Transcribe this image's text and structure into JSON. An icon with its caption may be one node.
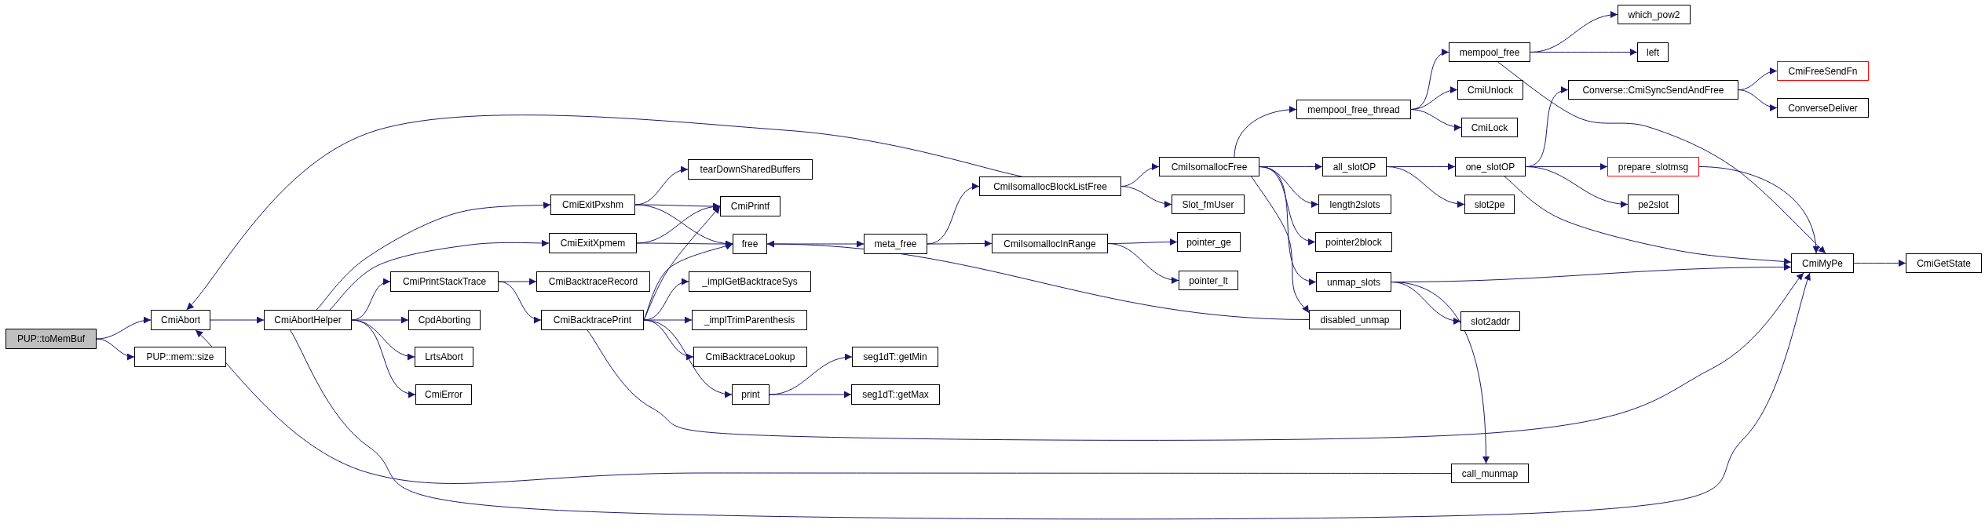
{
  "diagram": {
    "nodes": [
      {
        "text": [
          "PUP::toMemBuf"
        ]
      },
      {
        "text": [
          "CmiAbort"
        ]
      },
      {
        "text": [
          "PUP::mem::size"
        ]
      },
      {
        "text": [
          "CmiAbortHelper"
        ]
      },
      {
        "text": [
          "CmiExitPxshm"
        ]
      },
      {
        "text": [
          "CmiExitXpmem"
        ]
      },
      {
        "text": [
          "CmiPrintStackTrace"
        ]
      },
      {
        "text": [
          "CpdAborting"
        ]
      },
      {
        "text": [
          "LrtsAbort"
        ]
      },
      {
        "text": [
          "CmiError"
        ]
      },
      {
        "text": [
          "tearDownSharedBuffers"
        ]
      },
      {
        "text": [
          "CmiPrintf"
        ]
      },
      {
        "text": [
          "free"
        ]
      },
      {
        "text": [
          "CmiBacktraceRecord"
        ]
      },
      {
        "text": [
          "CmiBacktracePrint"
        ]
      },
      {
        "text": [
          "_implGetBacktraceSys"
        ]
      },
      {
        "text": [
          "_implTrimParenthesis"
        ]
      },
      {
        "text": [
          "CmiBacktraceLookup"
        ]
      },
      {
        "text": [
          "print"
        ]
      },
      {
        "text": [
          "seg1dT::getMin"
        ]
      },
      {
        "text": [
          "seg1dT::getMax"
        ]
      },
      {
        "text": [
          "meta_free"
        ]
      },
      {
        "text": [
          "CmiIsomallocBlockListFree"
        ]
      },
      {
        "text": [
          "CmiIsomallocInRange"
        ]
      },
      {
        "text": [
          "CmiIsomallocFree"
        ]
      },
      {
        "text": [
          "Slot_fmUser"
        ]
      },
      {
        "text": [
          "pointer_ge"
        ]
      },
      {
        "text": [
          "pointer_lt"
        ]
      },
      {
        "text": [
          "mempool_free_thread"
        ]
      },
      {
        "text": [
          "all_slotOP"
        ]
      },
      {
        "text": [
          "length2slots"
        ]
      },
      {
        "text": [
          "pointer2block"
        ]
      },
      {
        "text": [
          "unmap_slots"
        ]
      },
      {
        "text": [
          "disabled_unmap"
        ]
      },
      {
        "text": [
          "mempool_free"
        ]
      },
      {
        "text": [
          "CmiUnlock"
        ]
      },
      {
        "text": [
          "CmiLock"
        ]
      },
      {
        "text": [
          "one_slotOP"
        ]
      },
      {
        "text": [
          "slot2pe"
        ]
      },
      {
        "text": [
          "slot2addr"
        ]
      },
      {
        "text": [
          "call_munmap"
        ]
      },
      {
        "text": [
          "which_pow2"
        ]
      },
      {
        "text": [
          "left"
        ]
      },
      {
        "text": [
          "Converse::CmiSyncSendAndFree"
        ]
      },
      {
        "text": [
          "prepare_slotmsg"
        ]
      },
      {
        "text": [
          "pe2slot"
        ]
      },
      {
        "text": [
          "CmiFreeSendFn"
        ]
      },
      {
        "text": [
          "ConverseDeliver"
        ]
      },
      {
        "text": [
          "CmiMyPe"
        ]
      },
      {
        "text": [
          "CmiGetState"
        ]
      }
    ],
    "edges": [
      {
        "from": 0,
        "to": 1,
        "arrow": "to"
      },
      {
        "from": 0,
        "to": 2,
        "arrow": "to"
      },
      {
        "from": 1,
        "to": 3,
        "arrow": "to"
      },
      {
        "from": 3,
        "to": 4,
        "arrow": "to"
      },
      {
        "from": 3,
        "to": 5,
        "arrow": "to"
      },
      {
        "from": 3,
        "to": 6,
        "arrow": "to"
      },
      {
        "from": 3,
        "to": 7,
        "arrow": "to"
      },
      {
        "from": 3,
        "to": 8,
        "arrow": "to"
      },
      {
        "from": 3,
        "to": 9,
        "arrow": "to"
      },
      {
        "from": 3,
        "to": 48,
        "arrow": "to"
      },
      {
        "from": 4,
        "to": 10,
        "arrow": "to"
      },
      {
        "from": 4,
        "to": 11,
        "arrow": "to"
      },
      {
        "from": 4,
        "to": 12,
        "arrow": "to"
      },
      {
        "from": 5,
        "to": 11,
        "arrow": "to"
      },
      {
        "from": 5,
        "to": 12,
        "arrow": "to"
      },
      {
        "from": 6,
        "to": 13,
        "arrow": "to"
      },
      {
        "from": 6,
        "to": 14,
        "arrow": "to"
      },
      {
        "from": 14,
        "to": 11,
        "arrow": "to"
      },
      {
        "from": 14,
        "to": 12,
        "arrow": "to"
      },
      {
        "from": 14,
        "to": 15,
        "arrow": "to"
      },
      {
        "from": 14,
        "to": 16,
        "arrow": "to"
      },
      {
        "from": 14,
        "to": 17,
        "arrow": "to"
      },
      {
        "from": 14,
        "to": 18,
        "arrow": "to"
      },
      {
        "from": 14,
        "to": 48,
        "arrow": "to"
      },
      {
        "from": 18,
        "to": 19,
        "arrow": "to"
      },
      {
        "from": 18,
        "to": 20,
        "arrow": "to"
      },
      {
        "from": 12,
        "to": 21,
        "arrow": "to"
      },
      {
        "from": 21,
        "to": 22,
        "arrow": "to"
      },
      {
        "from": 21,
        "to": 23,
        "arrow": "to"
      },
      {
        "from": 33,
        "to": 12,
        "arrow": "to"
      },
      {
        "from": 22,
        "to": 1,
        "arrow": "to"
      },
      {
        "from": 22,
        "to": 24,
        "arrow": "to"
      },
      {
        "from": 22,
        "to": 25,
        "arrow": "to"
      },
      {
        "from": 23,
        "to": 26,
        "arrow": "to"
      },
      {
        "from": 23,
        "to": 27,
        "arrow": "to"
      },
      {
        "from": 24,
        "to": 28,
        "arrow": "to"
      },
      {
        "from": 24,
        "to": 29,
        "arrow": "to"
      },
      {
        "from": 24,
        "to": 30,
        "arrow": "to"
      },
      {
        "from": 24,
        "to": 31,
        "arrow": "to"
      },
      {
        "from": 24,
        "to": 32,
        "arrow": "to"
      },
      {
        "from": 24,
        "to": 33,
        "arrow": "to"
      },
      {
        "from": 28,
        "to": 34,
        "arrow": "to"
      },
      {
        "from": 28,
        "to": 35,
        "arrow": "to"
      },
      {
        "from": 28,
        "to": 36,
        "arrow": "to"
      },
      {
        "from": 34,
        "to": 41,
        "arrow": "to"
      },
      {
        "from": 34,
        "to": 42,
        "arrow": "to"
      },
      {
        "from": 34,
        "to": 48,
        "arrow": "to"
      },
      {
        "from": 29,
        "to": 37,
        "arrow": "to"
      },
      {
        "from": 29,
        "to": 38,
        "arrow": "to"
      },
      {
        "from": 37,
        "to": 43,
        "arrow": "to"
      },
      {
        "from": 37,
        "to": 44,
        "arrow": "to"
      },
      {
        "from": 37,
        "to": 45,
        "arrow": "to"
      },
      {
        "from": 37,
        "to": 48,
        "arrow": "to"
      },
      {
        "from": 32,
        "to": 48,
        "arrow": "to"
      },
      {
        "from": 32,
        "to": 39,
        "arrow": "to"
      },
      {
        "from": 32,
        "to": 40,
        "arrow": "to"
      },
      {
        "from": 40,
        "to": 1,
        "arrow": "to"
      },
      {
        "from": 43,
        "to": 46,
        "arrow": "to"
      },
      {
        "from": 43,
        "to": 47,
        "arrow": "to"
      },
      {
        "from": 44,
        "to": 48,
        "arrow": "to"
      },
      {
        "from": 48,
        "to": 49,
        "arrow": "to"
      }
    ]
  }
}
